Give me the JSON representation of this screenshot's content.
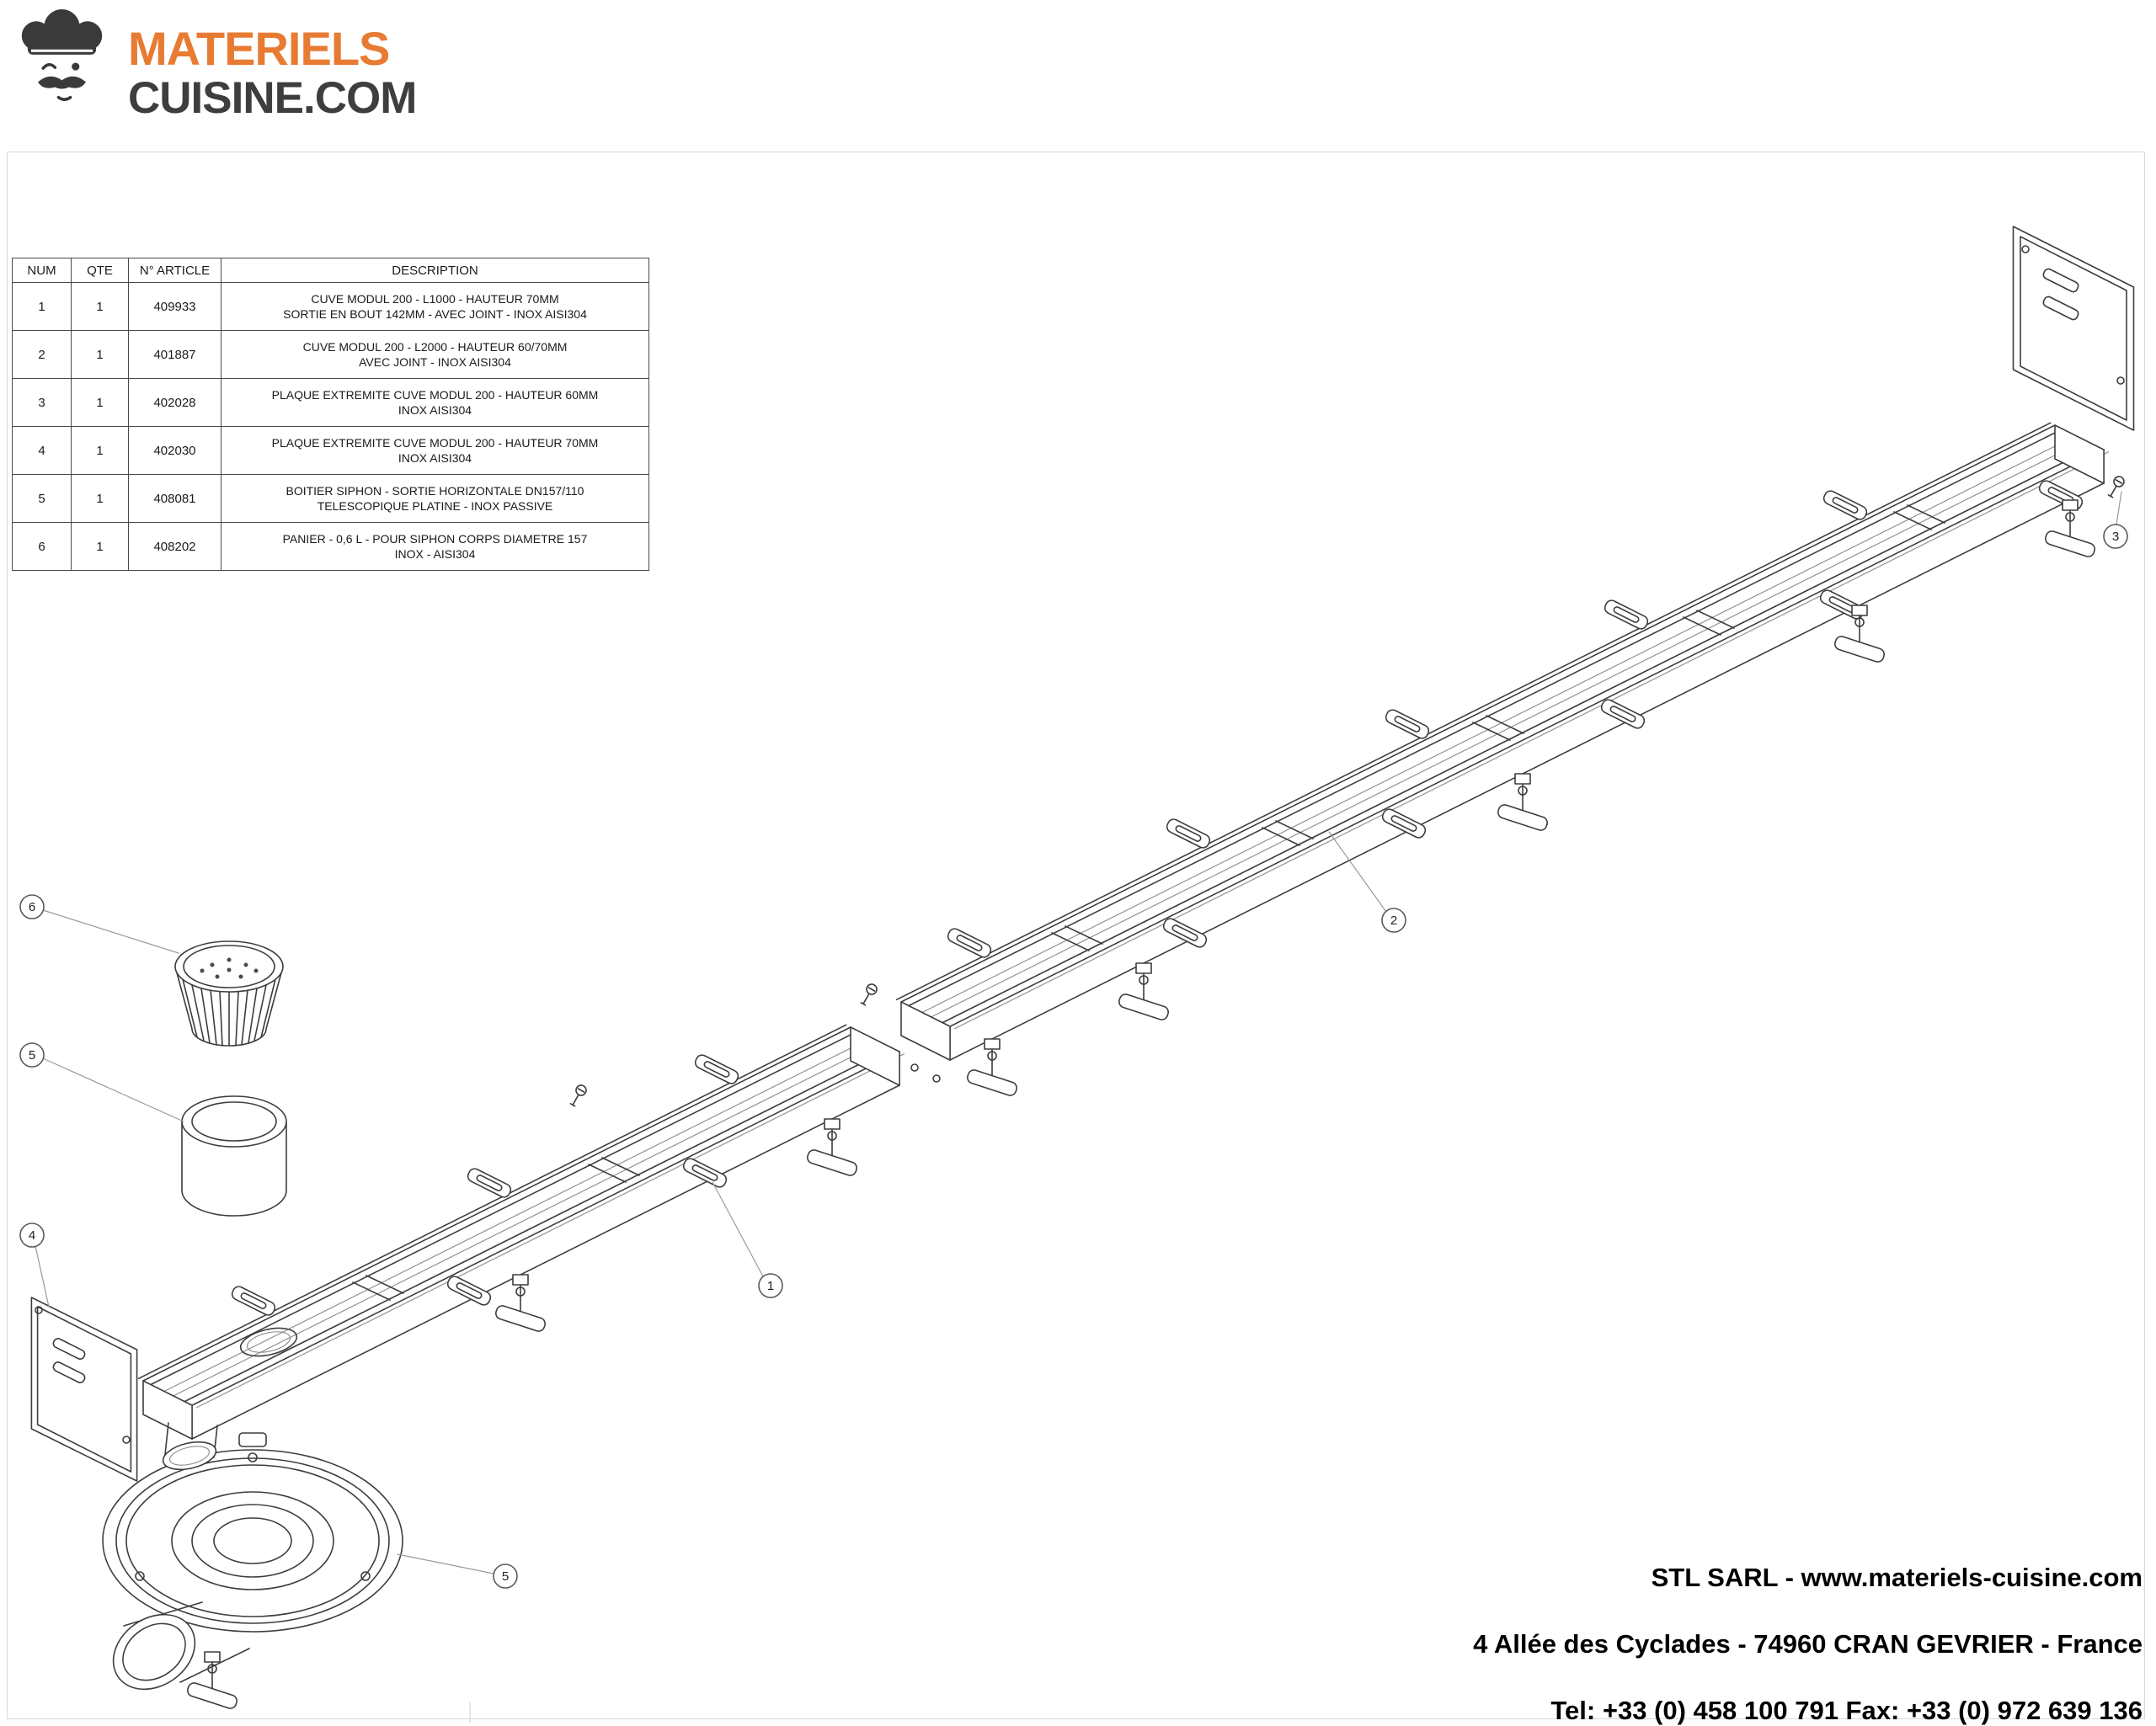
{
  "logo": {
    "brand_top": "MATERIELS",
    "brand_bottom": "CUISINE.COM",
    "icon": "chef-hat-icon"
  },
  "colors": {
    "brand_orange": "#E87B33",
    "brand_ink": "#3E3E40",
    "drawing_line": "#3D3D3D"
  },
  "parts_table": {
    "headers": {
      "num": "NUM",
      "qty": "QTE",
      "article": "N° ARTICLE",
      "description": "DESCRIPTION"
    },
    "rows": [
      {
        "num": "1",
        "qty": "1",
        "article": "409933",
        "description": "CUVE MODUL 200 - L1000 - HAUTEUR 70MM\nSORTIE EN BOUT 142MM - AVEC JOINT - INOX AISI304"
      },
      {
        "num": "2",
        "qty": "1",
        "article": "401887",
        "description": "CUVE MODUL 200 - L2000 - HAUTEUR 60/70MM\nAVEC JOINT - INOX AISI304"
      },
      {
        "num": "3",
        "qty": "1",
        "article": "402028",
        "description": "PLAQUE EXTREMITE CUVE MODUL 200 - HAUTEUR 60MM\nINOX AISI304"
      },
      {
        "num": "4",
        "qty": "1",
        "article": "402030",
        "description": "PLAQUE EXTREMITE CUVE MODUL 200 - HAUTEUR 70MM\nINOX AISI304"
      },
      {
        "num": "5",
        "qty": "1",
        "article": "408081",
        "description": "BOITIER SIPHON - SORTIE HORIZONTALE DN157/110\nTELESCOPIQUE PLATINE - INOX PASSIVE"
      },
      {
        "num": "6",
        "qty": "1",
        "article": "408202",
        "description": "PANIER - 0,6 L - POUR SIPHON CORPS DIAMETRE 157\nINOX - AISI304"
      }
    ]
  },
  "callouts": [
    {
      "label": "6"
    },
    {
      "label": "5"
    },
    {
      "label": "4"
    },
    {
      "label": "5"
    },
    {
      "label": "1"
    },
    {
      "label": "2"
    },
    {
      "label": "3"
    }
  ],
  "footer": {
    "line1": "STL SARL - www.materiels-cuisine.com",
    "line2": "4 Allée des Cyclades - 74960 CRAN GEVRIER - France",
    "line3": "Tel: +33 (0) 458 100 791 Fax: +33 (0) 972 639 136"
  }
}
